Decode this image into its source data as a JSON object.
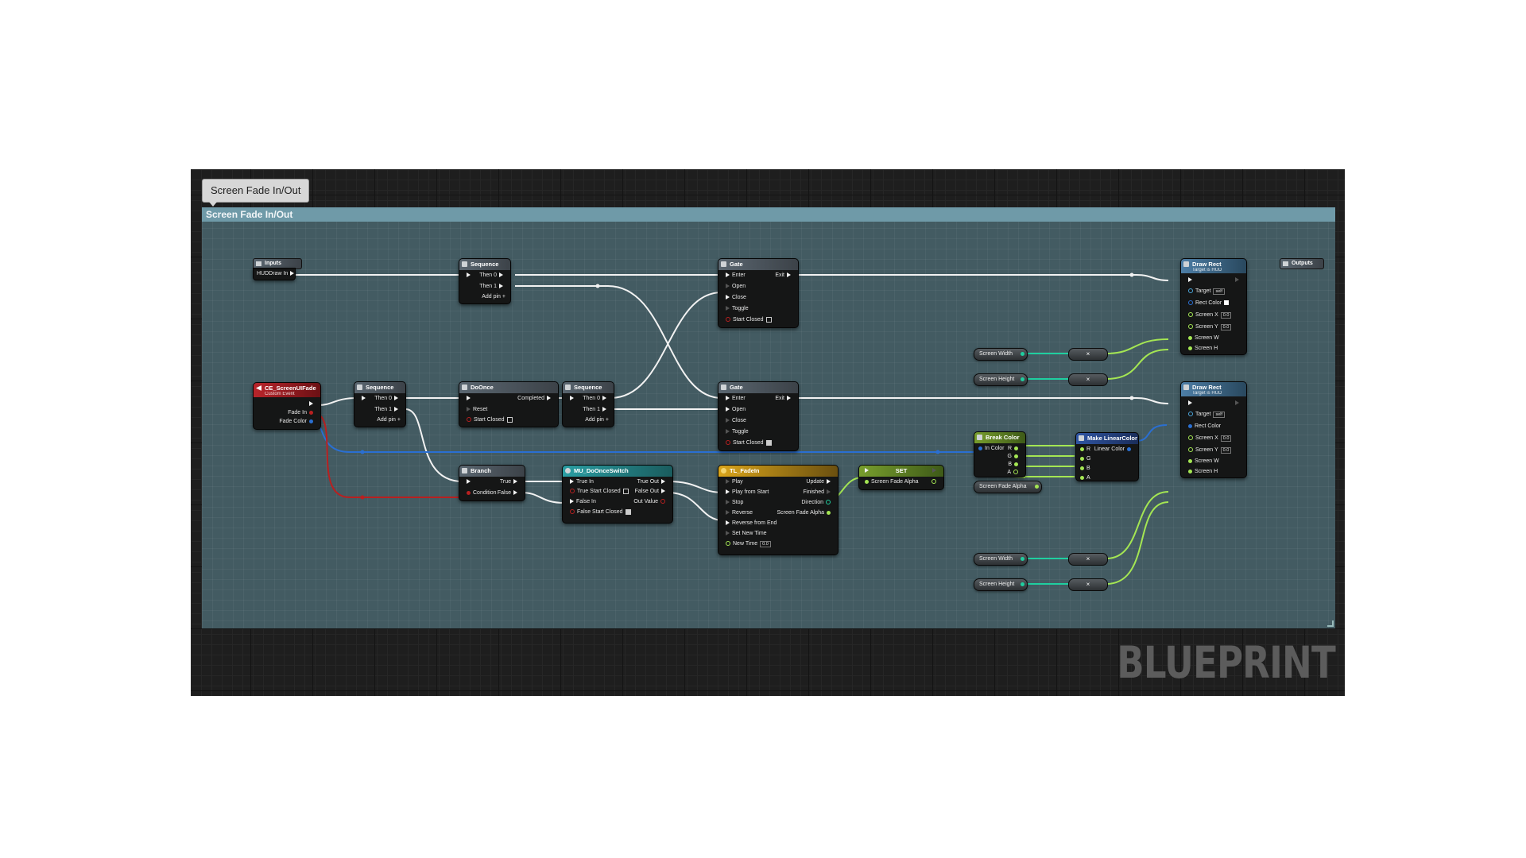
{
  "comment": {
    "bubble": "Screen Fade In/Out",
    "title": "Screen Fade In/Out"
  },
  "watermark": "BLUEPRINT",
  "colors": {
    "exec": "#f2f2f2",
    "float": "#a4e653",
    "struct": "#2a6fd2",
    "bool": "#b82020",
    "int": "#1fcfa0"
  },
  "inputs": {
    "title": "Inputs",
    "pin": "HUDDraw In"
  },
  "outputs": {
    "title": "Outputs"
  },
  "seq_top": {
    "title": "Sequence",
    "then0": "Then 0",
    "then1": "Then 1",
    "add": "Add pin"
  },
  "gate_top": {
    "title": "Gate",
    "enter": "Enter",
    "open": "Open",
    "close": "Close",
    "toggle": "Toggle",
    "start_closed": "Start Closed",
    "exit": "Exit"
  },
  "draw_rect_top": {
    "title": "Draw Rect",
    "sub": "Target is HUD",
    "target": "Target",
    "target_val": "self",
    "rect_color": "Rect Color",
    "screen_x": "Screen X",
    "screen_y": "Screen Y",
    "screen_w": "Screen W",
    "screen_h": "Screen H",
    "x_val": "0.0",
    "y_val": "0.0"
  },
  "var_width_1": "Screen Width",
  "var_height_1": "Screen Height",
  "event": {
    "title": "CE_ScreenUIFade",
    "sub": "Custom Event",
    "fade_in": "Fade In",
    "fade_color": "Fade Color"
  },
  "seq_mid": {
    "title": "Sequence",
    "then0": "Then 0",
    "then1": "Then 1",
    "add": "Add pin"
  },
  "doonce": {
    "title": "DoOnce",
    "completed": "Completed",
    "reset": "Reset",
    "start_closed": "Start Closed"
  },
  "seq_mid2": {
    "title": "Sequence",
    "then0": "Then 0",
    "then1": "Then 1",
    "add": "Add pin"
  },
  "gate_mid": {
    "title": "Gate",
    "enter": "Enter",
    "open": "Open",
    "close": "Close",
    "toggle": "Toggle",
    "start_closed": "Start Closed",
    "exit": "Exit"
  },
  "draw_rect_bot": {
    "title": "Draw Rect",
    "sub": "Target is HUD",
    "target": "Target",
    "target_val": "self",
    "rect_color": "Rect Color",
    "screen_x": "Screen X",
    "screen_y": "Screen Y",
    "screen_w": "Screen W",
    "screen_h": "Screen H",
    "x_val": "0.0",
    "y_val": "0.0"
  },
  "break_color": {
    "title": "Break Color",
    "in_color": "In Color",
    "r": "R",
    "g": "G",
    "b": "B",
    "a": "A"
  },
  "make_color": {
    "title": "Make LinearColor",
    "r": "R",
    "g": "G",
    "b": "B",
    "a": "A",
    "out": "Linear Color"
  },
  "var_alpha": "Screen Fade Alpha",
  "branch": {
    "title": "Branch",
    "condition": "Condition",
    "true": "True",
    "false": "False"
  },
  "switch": {
    "title": "MU_DoOnceSwitch",
    "true_in": "True In",
    "true_start": "True Start Closed",
    "false_in": "False In",
    "false_start": "False Start Closed",
    "true_out": "True Out",
    "false_out": "False Out",
    "out_value": "Out Value"
  },
  "timeline": {
    "title": "TL_FadeIn",
    "play": "Play",
    "play_start": "Play from Start",
    "stop": "Stop",
    "reverse": "Reverse",
    "reverse_end": "Reverse from End",
    "set_time": "Set New Time",
    "new_time": "New Time",
    "new_time_val": "0.0",
    "update": "Update",
    "finished": "Finished",
    "direction": "Direction",
    "alpha": "Screen Fade Alpha"
  },
  "set_node": {
    "title": "SET",
    "pin": "Screen Fade Alpha"
  },
  "var_width_2": "Screen Width",
  "var_height_2": "Screen Height",
  "multiply": "×"
}
